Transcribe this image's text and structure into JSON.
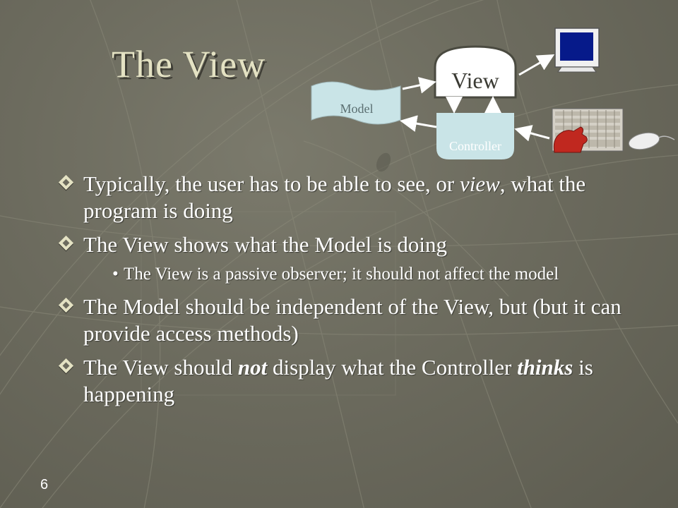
{
  "slide": {
    "title": "The View",
    "page_number": "6",
    "diagram": {
      "view_label": "View",
      "model_label": "Model",
      "controller_label": "Controller",
      "colors": {
        "model_box": "#c9e4e7",
        "controller_box": "#c9e4e7",
        "view_box": "#ffffff"
      }
    },
    "bullets": [
      {
        "level": 1,
        "parts": [
          {
            "text": "Typically, the user has to be able to see, or ",
            "style": "normal"
          },
          {
            "text": "view",
            "style": "italic"
          },
          {
            "text": ", what the program is doing",
            "style": "normal"
          }
        ]
      },
      {
        "level": 1,
        "parts": [
          {
            "text": "The View shows what the Model is doing",
            "style": "normal"
          }
        ]
      },
      {
        "level": 2,
        "parts": [
          {
            "text": "The View is a passive observer; it should not affect the model",
            "style": "normal"
          }
        ]
      },
      {
        "level": 1,
        "parts": [
          {
            "text": "The Model should be independent of the View, but (but it can provide access methods)",
            "style": "normal"
          }
        ]
      },
      {
        "level": 1,
        "parts": [
          {
            "text": "The View should ",
            "style": "normal"
          },
          {
            "text": "not",
            "style": "bold-italic"
          },
          {
            "text": " display what the Controller ",
            "style": "normal"
          },
          {
            "text": "thinks",
            "style": "bold-italic"
          },
          {
            "text": " is happening",
            "style": "normal"
          }
        ]
      }
    ]
  }
}
